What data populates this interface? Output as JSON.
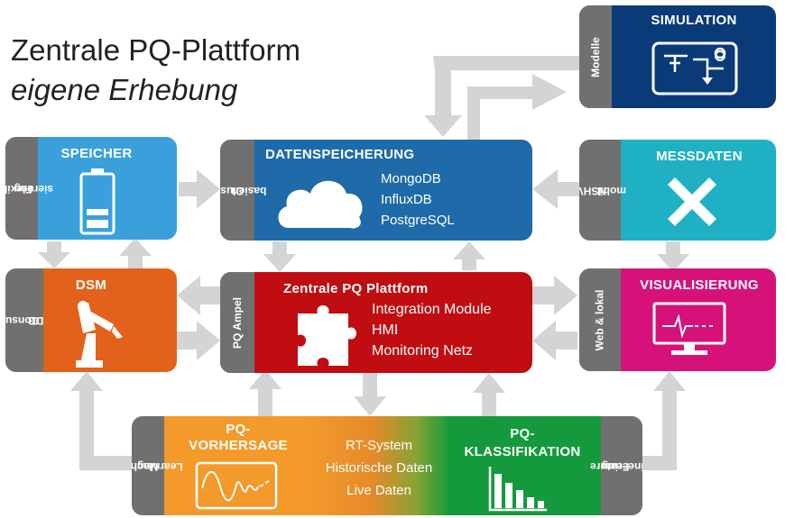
{
  "title": {
    "line1": "Zentrale PQ-Plattform",
    "line2": "eigene Erhebung"
  },
  "blocks": {
    "simulation": {
      "title": "SIMULATION",
      "side": "Modelle",
      "icon": "circuit-icon"
    },
    "speicher": {
      "title": "SPEICHER",
      "side_line1": "Flexibili-",
      "side_line2": "sierung",
      "icon": "battery-icon"
    },
    "datenspeicherung": {
      "title": "DATENSPEICHERUNG",
      "side_line1": "Cluster",
      "side_line2": "basiert",
      "items": [
        "MongoDB",
        "InfluxDB",
        "PostgreSQL"
      ],
      "icon": "cloud-icon"
    },
    "messdaten": {
      "title": "MESSDATEN",
      "side_line1": "NSHV /",
      "side_line2": "mobil",
      "icon": "cross-icon"
    },
    "dsm": {
      "title": "DSM",
      "side_line1": "Consumer",
      "side_line2": "DB",
      "icon": "robot-arm-icon"
    },
    "plattform": {
      "title": "Zentrale PQ Plattform",
      "side": "PQ Ampel",
      "items": [
        "Integration Module",
        "HMI",
        "Monitoring Netz"
      ],
      "icon": "puzzle-icon"
    },
    "visualisierung": {
      "title": "VISUALISIERUNG",
      "side": "Web & lokal",
      "icon": "monitor-icon"
    },
    "vorhersage": {
      "title_line1": "PQ-",
      "title_line2": "VORHERSAGE",
      "side_line1": "Machine",
      "side_line2": "Learning",
      "icon": "waveform-icon"
    },
    "rtsystem": {
      "items": [
        "RT-System",
        "Historische Daten",
        "Live Daten"
      ]
    },
    "klassifikation": {
      "title_line1": "PQ-",
      "title_line2": "KLASSIFIKATION",
      "side_line1": "Feature",
      "side_line2": "Engineering",
      "icon": "bar-chart-icon"
    }
  },
  "colors": {
    "simulation": "#0b3a78",
    "speicher": "#3aa0dc",
    "datenspeicherung": "#1f6aa8",
    "messdaten": "#1fb0c3",
    "dsm": "#e2621c",
    "plattform": "#c00d12",
    "visualisierung": "#d6127a",
    "vorhersage": "#f39a2a",
    "klassifikation": "#149a3c",
    "side": "#707070",
    "arrow": "#d4d4d4"
  }
}
